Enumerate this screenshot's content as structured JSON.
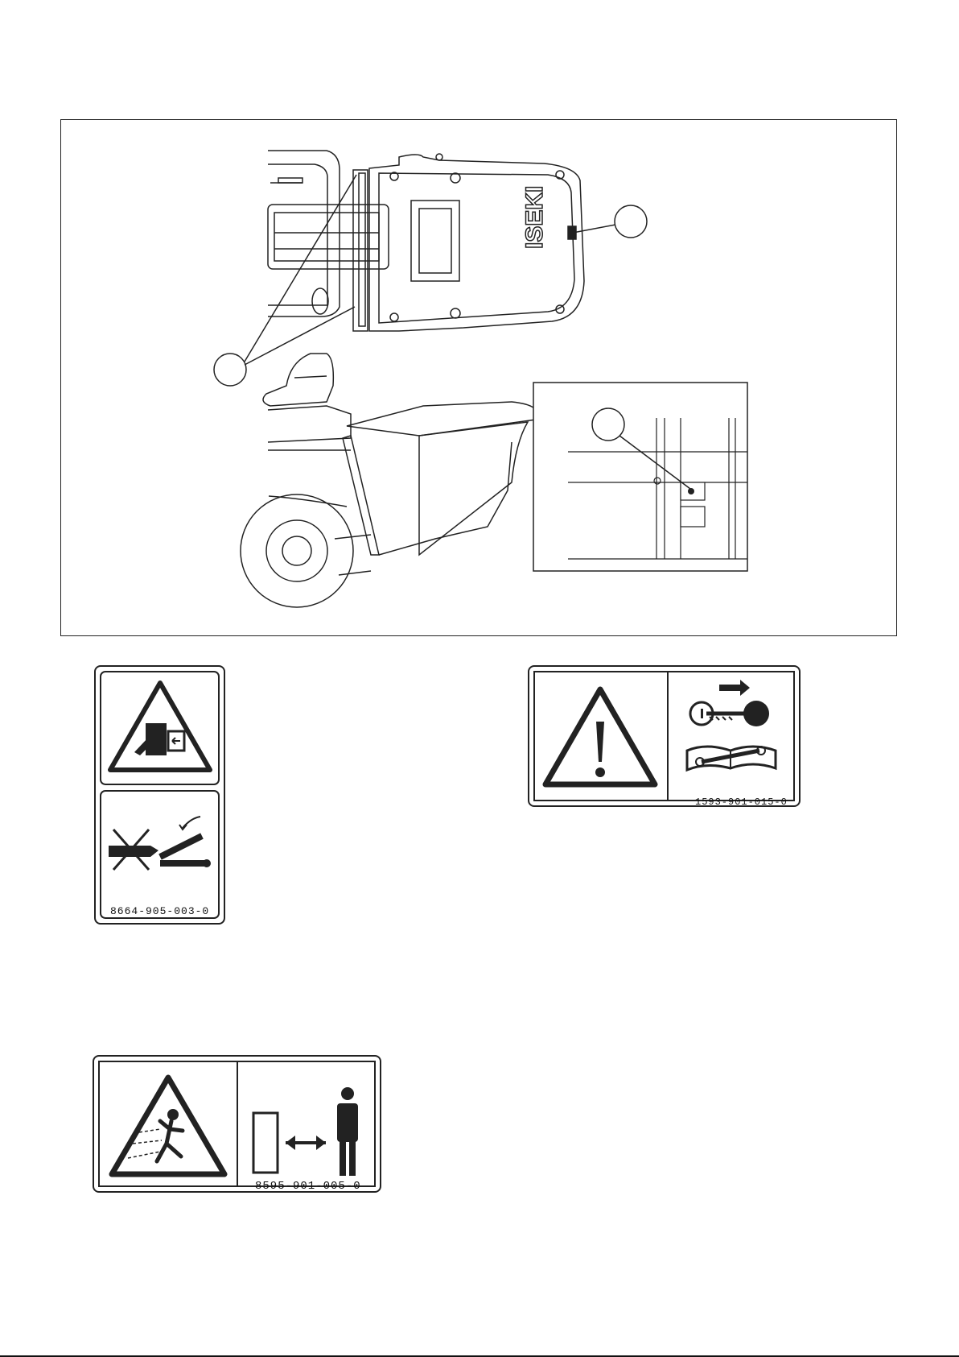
{
  "figure": {
    "brand_text": "ISEKI",
    "callouts": [
      {
        "name": "callout-rear",
        "text": ""
      },
      {
        "name": "callout-hinge",
        "text": ""
      },
      {
        "name": "callout-detail",
        "text": ""
      }
    ]
  },
  "labels": [
    {
      "name": "label-crush-hazard",
      "part_number": "8664-905-003-0",
      "icons": [
        "crush-hazard-icon",
        "no-hand-icon",
        "pinch-arm-icon"
      ]
    },
    {
      "name": "label-warning-manual",
      "part_number": "1593-901-015-0",
      "icons": [
        "warning-exclamation-icon",
        "remove-key-icon",
        "manual-wrench-icon"
      ]
    },
    {
      "name": "label-thrown-objects",
      "part_number": "8595-901-005-0",
      "icons": [
        "thrown-objects-icon",
        "keep-distance-icon"
      ]
    }
  ],
  "colors": {
    "ink": "#111111",
    "paper": "#ffffff"
  }
}
